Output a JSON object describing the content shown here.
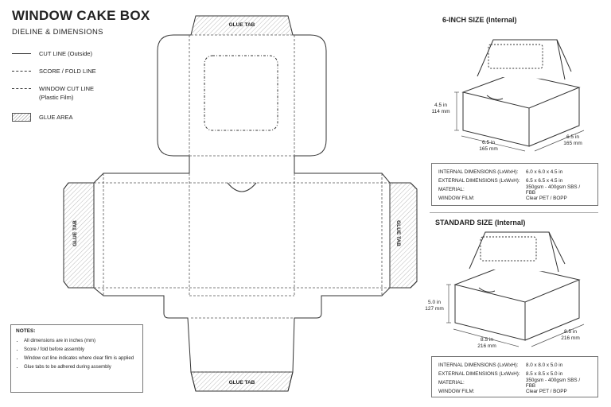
{
  "header": {
    "title": "WINDOW CAKE BOX",
    "subtitle": "DIELINE & DIMENSIONS"
  },
  "legend": {
    "cut": "CUT LINE (Outside)",
    "score": "SCORE / FOLD LINE",
    "window_line1": "WINDOW CUT LINE",
    "window_line2": "(Plastic Film)",
    "glue": "GLUE AREA"
  },
  "dieline": {
    "glue_tab_top": "GLUE TAB",
    "glue_tab_bottom": "GLUE TAB",
    "glue_tab_left": "GLUE TAB",
    "glue_tab_right": "GLUE TAB"
  },
  "notes": {
    "title": "NOTES:",
    "items": [
      "All dimensions are in inches (mm)",
      "Score / fold before assembly",
      "Window cut line indicates where clear film is applied",
      "Glue tabs to be adhered during assembly"
    ]
  },
  "sizes": [
    {
      "title": "6-INCH SIZE (Internal)",
      "height_in": "4.5 in",
      "height_mm": "114 mm",
      "length_in": "6.5 in",
      "length_mm": "165 mm",
      "width_in": "6.5 in",
      "width_mm": "165 mm",
      "specs": [
        {
          "label": "INTERNAL DIMENSIONS (LxWxH):",
          "value": "6.0 x 6.0 x 4.5 in"
        },
        {
          "label": "EXTERNAL DIMENSIONS (LxWxH):",
          "value": "6.5 x 6.5 x 4.5 in"
        },
        {
          "label": "MATERIAL:",
          "value": "350gsm - 400gsm SBS / FBB"
        },
        {
          "label": "WINDOW FILM:",
          "value": "Clear PET / BOPP"
        }
      ]
    },
    {
      "title": "STANDARD SIZE (Internal)",
      "height_in": "5.0 in",
      "height_mm": "127 mm",
      "length_in": "8.5 in",
      "length_mm": "216 mm",
      "width_in": "8.5 in",
      "width_mm": "216 mm",
      "specs": [
        {
          "label": "INTERNAL DIMENSIONS (LxWxH):",
          "value": "8.0 x 8.0 x 5.0 in"
        },
        {
          "label": "EXTERNAL DIMENSIONS (LxWxH):",
          "value": "8.5 x 8.5 x 5.0 in"
        },
        {
          "label": "MATERIAL:",
          "value": "350gsm - 400gsm SBS / FBB"
        },
        {
          "label": "WINDOW FILM:",
          "value": "Clear PET / BOPP"
        }
      ]
    }
  ]
}
